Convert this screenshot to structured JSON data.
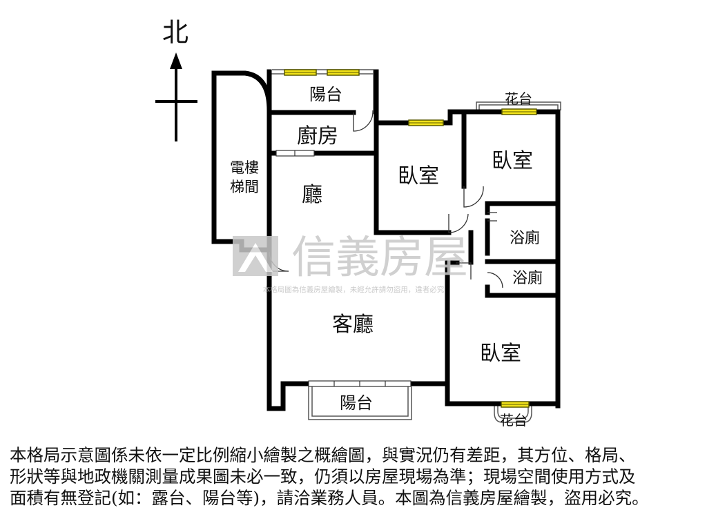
{
  "compass": {
    "north_label": "北"
  },
  "rooms": {
    "balcony_top": "陽台",
    "kitchen": "廚房",
    "elevator_stairs_line1": "電樓",
    "elevator_stairs_line2": "梯間",
    "hall": "廳",
    "bedroom_center": "臥室",
    "bedroom_ne": "臥室",
    "flower_bed_top": "花台",
    "bath_upper": "浴廁",
    "bath_lower": "浴廁",
    "living_room": "客廳",
    "bedroom_se": "臥室",
    "balcony_bottom": "陽台",
    "flower_bed_bottom": "花台"
  },
  "watermark": {
    "brand": "信義房屋",
    "subtext": "本格局圖為信義房屋繪製，未經允許請勿盜用，違者必究"
  },
  "disclaimer": {
    "line1": "本格局示意圖係未依一定比例縮小繪製之概繪圖，與實況仍有差距，其方位、格局、",
    "line2": "形狀等與地政機關測量成果圖未必一致，仍須以房屋現場為準；現場空間使用方式及",
    "line3": "面積有無登記(如：露台、陽台等)，請洽業務人員。本圖為信義房屋繪製，盜用必究。"
  },
  "colors": {
    "wall": "#000000",
    "window_fill": "#f2e31a",
    "window_stroke": "#5a5a00",
    "watermark": "#c8c8c8"
  }
}
